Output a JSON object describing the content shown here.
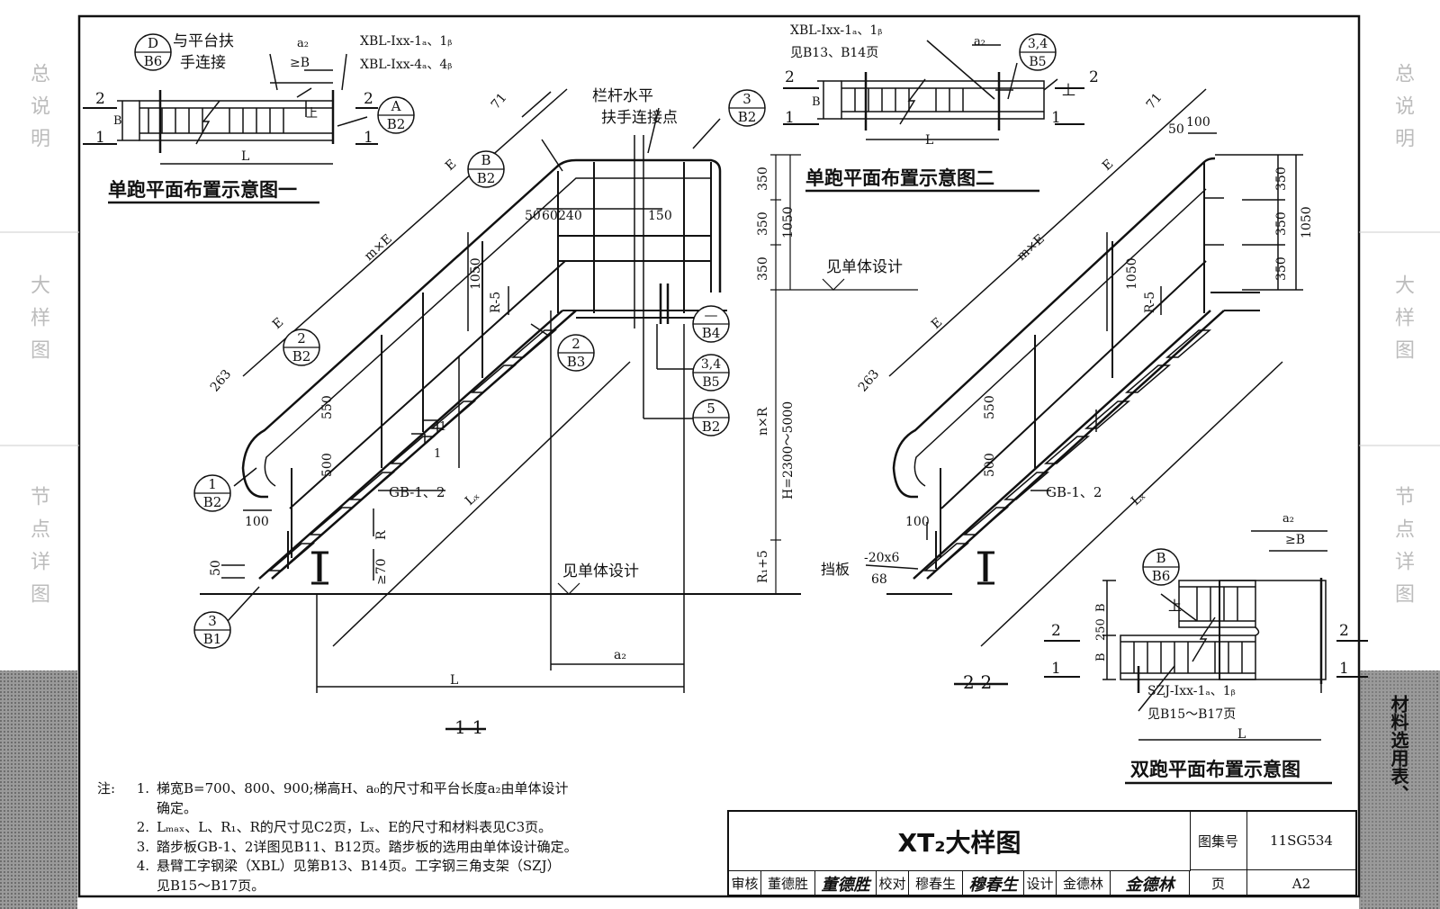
{
  "side_tabs": {
    "left": [
      "总说明",
      "大样图",
      "节点详图"
    ],
    "right": [
      "总说明",
      "大样图",
      "节点详图",
      "材料选用表、"
    ]
  },
  "plan_one": {
    "title": "单跑平面布置示意图一",
    "callout_d": {
      "top": "D",
      "bottom": "B6"
    },
    "callout_d_text_1": "与平台扶",
    "callout_d_text_2": "手连接",
    "callout_a": {
      "top": "A",
      "bottom": "B2"
    },
    "dim_a2": "a₂",
    "dim_b": "≥B",
    "beam_1": "XBL-Ⅰxx-1ₐ、1ᵦ",
    "beam_2": "XBL-Ⅰxx-4ₐ、4ᵦ",
    "label_up": "上",
    "label_b": "B",
    "label_l": "L",
    "sec_2": "2",
    "sec_1": "1"
  },
  "plan_two": {
    "title": "单跑平面布置示意图二",
    "beam_1": "XBL-Ⅰxx-1ₐ、1ᵦ",
    "beam_ref": "见B13、B14页",
    "callout": {
      "top": "3,4",
      "bottom": "B5"
    },
    "dim_a2": "a₂",
    "label_up": "上",
    "label_b": "B",
    "label_l": "L",
    "sec_2": "2",
    "sec_1": "1"
  },
  "section_1": {
    "title": "1-1",
    "label_rail": "栏杆水平",
    "label_rail_2": "扶手连接点",
    "dims": [
      "50",
      "60",
      "240",
      "150",
      "1050",
      "550",
      "500",
      "263",
      "100",
      "50",
      "71",
      "E",
      "m×E",
      "E",
      "R-5",
      "R",
      "≥70",
      "Lₓ",
      "a₂",
      "L"
    ],
    "label_gb": "GB-1、2",
    "label_see": "见单体设计",
    "slope_1": "1",
    "callouts": [
      {
        "top": "B",
        "bottom": "B2"
      },
      {
        "top": "2",
        "bottom": "B2"
      },
      {
        "top": "1",
        "bottom": "B2"
      },
      {
        "top": "3",
        "bottom": "B1"
      },
      {
        "top": "2",
        "bottom": "B3"
      },
      {
        "top": "3",
        "bottom": "B2"
      },
      {
        "top": "—",
        "bottom": "B4"
      },
      {
        "top": "3,4",
        "bottom": "B5"
      },
      {
        "top": "5",
        "bottom": "B2"
      }
    ]
  },
  "center_dims": {
    "d350a": "350",
    "d350b": "350",
    "d350c": "350",
    "d1050": "1050",
    "n_r": "n×R",
    "height": "H=2300～5000",
    "r1": "R₁+5",
    "see_design": "见单体设计"
  },
  "section_2": {
    "title": "2-2",
    "dims": [
      "50",
      "100",
      "350",
      "350",
      "350",
      "1050",
      "1050",
      "550",
      "500",
      "263",
      "71",
      "E",
      "m×E",
      "E",
      "R-5",
      "Lₓ",
      "100"
    ],
    "label_gb": "GB-1、2",
    "kick_label": "挡板",
    "kick_size_1": "-20x6",
    "kick_size_2": "68"
  },
  "plan_double": {
    "title": "双跑平面布置示意图",
    "callout": {
      "top": "B",
      "bottom": "B6"
    },
    "dim_a2": "a₂",
    "dim_b": "≥B",
    "label_up": "上",
    "label_b1": "B",
    "label_250": "250",
    "label_b2": "B",
    "bracket": "SZJ-Ⅰxx-1ₐ、1ᵦ",
    "bracket_ref": "见B15～B17页",
    "label_l": "L",
    "sec_2": "2",
    "sec_1": "1"
  },
  "notes": {
    "label": "注:",
    "items": [
      {
        "n": "1.",
        "t": "梯宽B=700、800、900;梯高H、a₀的尺寸和平台长度a₂由单体设计"
      },
      {
        "n": "",
        "t": "确定。"
      },
      {
        "n": "2.",
        "t": "Lₘₐₓ、L、R₁、R的尺寸见C2页，Lₓ、E的尺寸和材料表见C3页。"
      },
      {
        "n": "3.",
        "t": "踏步板GB-1、2详图见B11、B12页。踏步板的选用由单体设计确定。"
      },
      {
        "n": "4.",
        "t": "悬臂工字钢梁（XBL）见第B13、B14页。工字钢三角支架（SZJ）"
      },
      {
        "n": "",
        "t": "见B15～B17页。"
      }
    ]
  },
  "title_block": {
    "title": "XT₂大样图",
    "atlas_label": "图集号",
    "atlas_no": "11SG534",
    "review": "审核",
    "reviewer": "董德胜",
    "reviewer_sig": "董德胜",
    "check": "校对",
    "checker": "穆春生",
    "checker_sig": "穆春生",
    "design": "设计",
    "designer": "金德林",
    "designer_sig": "金德林",
    "page_label": "页",
    "page_no": "A2"
  }
}
